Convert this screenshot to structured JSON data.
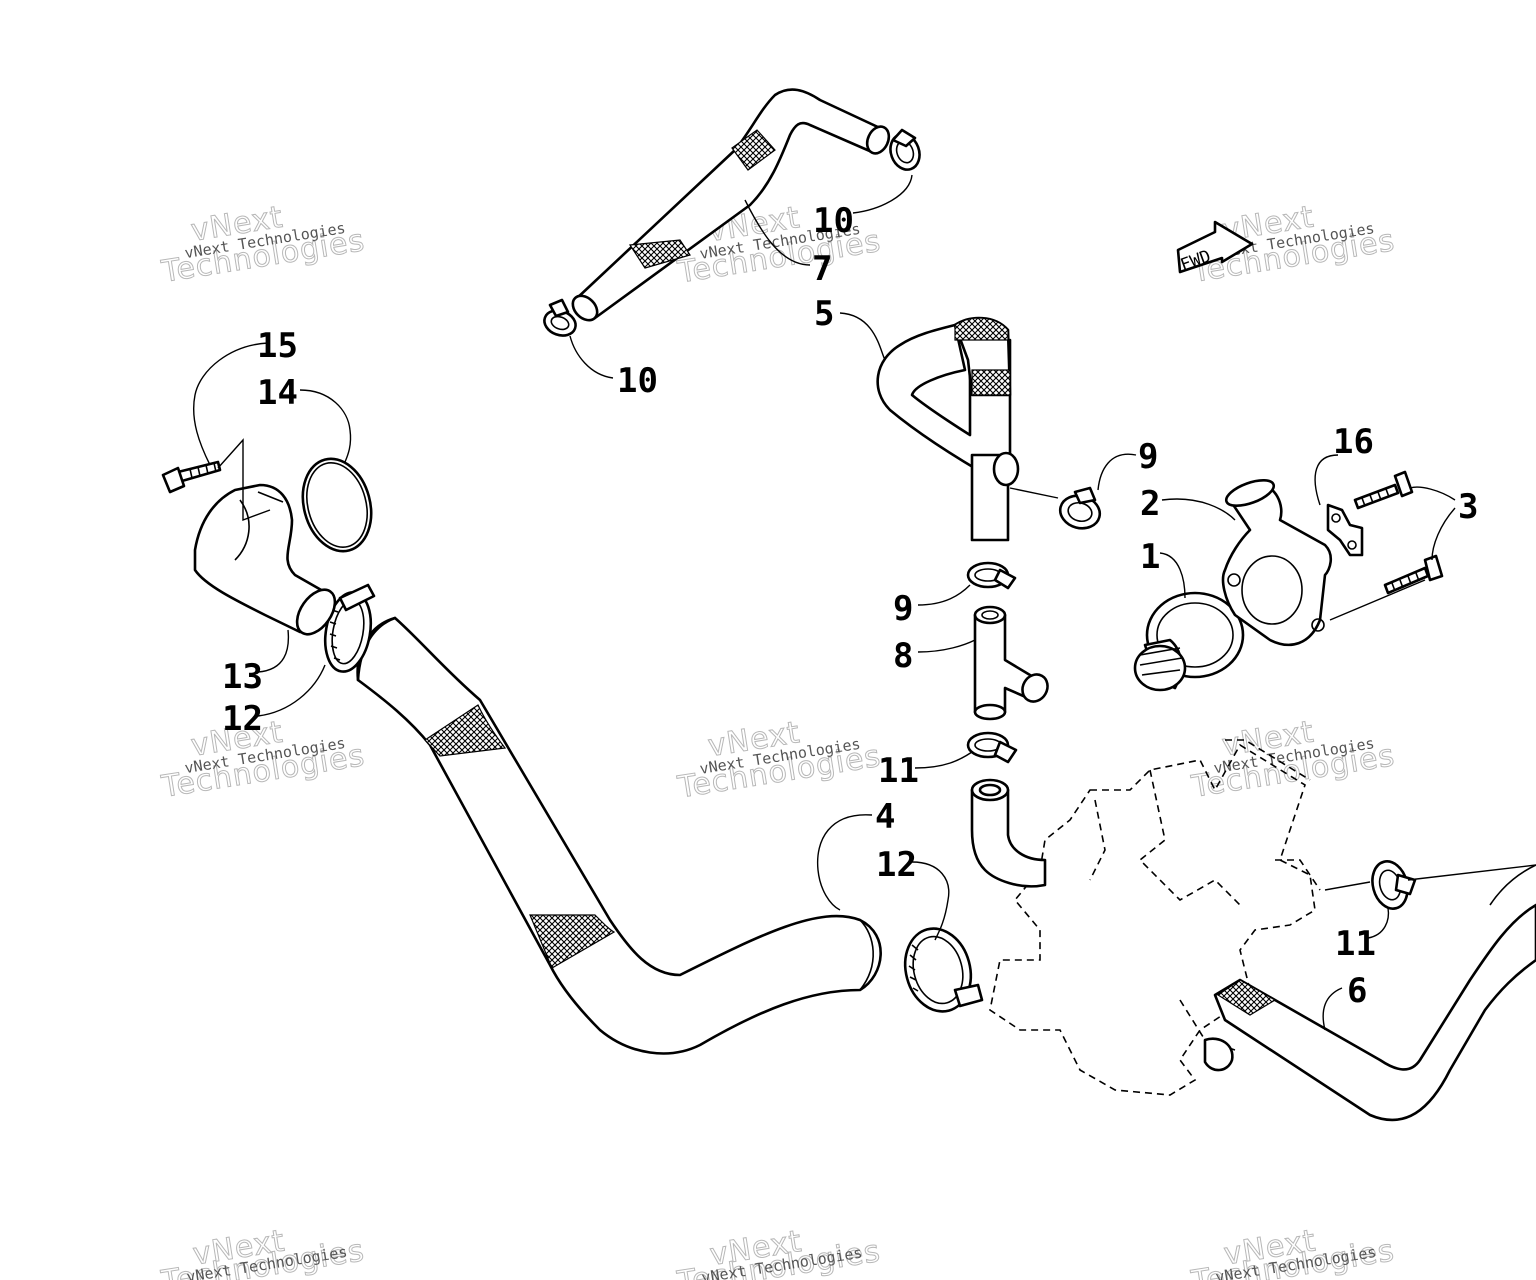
{
  "callouts": [
    {
      "id": "c1",
      "text": "1"
    },
    {
      "id": "c2",
      "text": "2"
    },
    {
      "id": "c3",
      "text": "3"
    },
    {
      "id": "c4",
      "text": "4"
    },
    {
      "id": "c5",
      "text": "5"
    },
    {
      "id": "c6",
      "text": "6"
    },
    {
      "id": "c7",
      "text": "7"
    },
    {
      "id": "c8",
      "text": "8"
    },
    {
      "id": "c9a",
      "text": "9"
    },
    {
      "id": "c9b",
      "text": "9"
    },
    {
      "id": "c10a",
      "text": "10"
    },
    {
      "id": "c10b",
      "text": "10"
    },
    {
      "id": "c11a",
      "text": "11"
    },
    {
      "id": "c11b",
      "text": "11"
    },
    {
      "id": "c12a",
      "text": "12"
    },
    {
      "id": "c12b",
      "text": "12"
    },
    {
      "id": "c13",
      "text": "13"
    },
    {
      "id": "c14",
      "text": "14"
    },
    {
      "id": "c15",
      "text": "15"
    },
    {
      "id": "c16",
      "text": "16"
    }
  ],
  "direction_tag": "FWD",
  "watermark": {
    "line1": "vNext",
    "line2": "Technologies",
    "small": "vNext Technologies"
  }
}
